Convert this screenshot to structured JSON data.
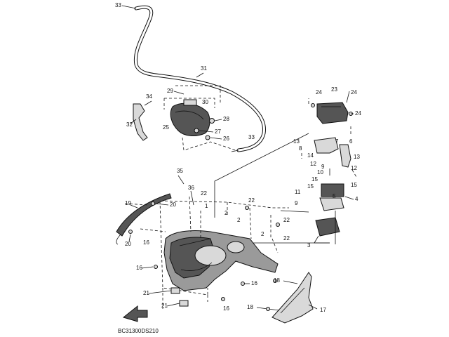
{
  "diagram": {
    "code": "BC31300DS210",
    "callouts": {
      "c33a": "33",
      "c31": "31",
      "c29": "29",
      "c30": "30",
      "c34": "34",
      "c32": "32",
      "c25": "25",
      "c28": "28",
      "c27": "27",
      "c26": "26",
      "c33b": "33",
      "c24a": "24",
      "c23": "23",
      "c24b": "24",
      "c24c": "24",
      "c13a": "13",
      "c8": "8",
      "c14": "14",
      "c12a": "12",
      "c7": "7",
      "c6": "6",
      "c13b": "13",
      "c12b": "12",
      "c9a": "9",
      "c10": "10",
      "c15a": "15",
      "c11": "11",
      "c15b": "15",
      "c5": "5",
      "c4": "4",
      "c9b": "9",
      "c3": "3",
      "c35": "35",
      "c36": "36",
      "c22a": "22",
      "c1": "1",
      "c22b": "22",
      "c19": "19",
      "c20a": "20",
      "c2a": "2",
      "c2b": "2",
      "c22c": "22",
      "c2c": "2",
      "c20b": "20",
      "c16a": "16",
      "c22d": "22",
      "c16b": "16",
      "c16c": "16",
      "c18a": "18",
      "c21a": "21",
      "c21b": "21",
      "c16d": "16",
      "c18b": "18",
      "c17": "17"
    }
  }
}
